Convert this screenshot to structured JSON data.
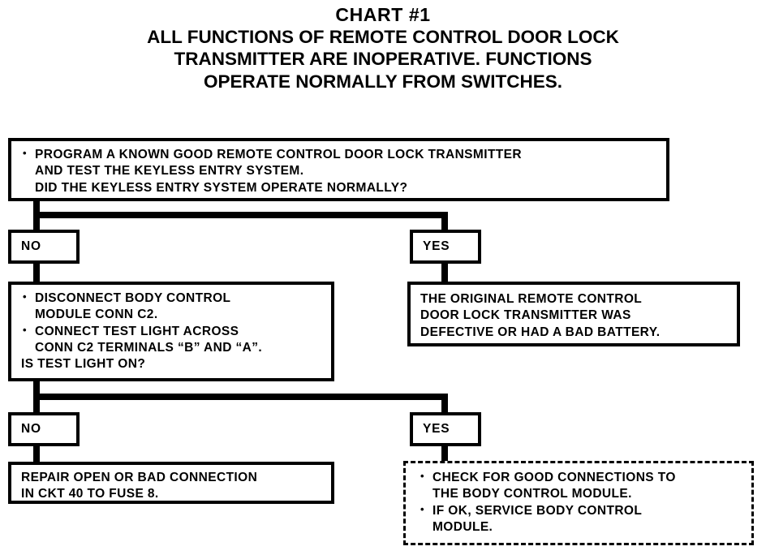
{
  "title": {
    "heading": "CHART #1",
    "lines": [
      "ALL FUNCTIONS OF REMOTE CONTROL DOOR LOCK",
      "TRANSMITTER ARE INOPERATIVE.  FUNCTIONS",
      "OPERATE NORMALLY FROM SWITCHES."
    ]
  },
  "chart_data": {
    "type": "flowchart",
    "title": "CHART #1",
    "subtitle": "ALL FUNCTIONS OF REMOTE CONTROL DOOR LOCK TRANSMITTER ARE INOPERATIVE.  FUNCTIONS OPERATE NORMALLY FROM SWITCHES.",
    "nodes": [
      {
        "id": "step1",
        "shape": "rect",
        "border": "solid",
        "lines": [
          {
            "bullet": true,
            "text": "PROGRAM A KNOWN GOOD REMOTE CONTROL DOOR LOCK TRANSMITTER"
          },
          {
            "bullet": false,
            "text": "AND TEST THE KEYLESS ENTRY SYSTEM."
          },
          {
            "bullet": false,
            "text": "DID THE KEYLESS ENTRY SYSTEM OPERATE NORMALLY?"
          }
        ]
      },
      {
        "id": "decision1-no",
        "shape": "rect",
        "border": "solid",
        "label": "NO"
      },
      {
        "id": "decision1-yes",
        "shape": "rect",
        "border": "solid",
        "label": "YES"
      },
      {
        "id": "step2",
        "shape": "rect",
        "border": "solid",
        "lines": [
          {
            "bullet": true,
            "text": "DISCONNECT BODY CONTROL"
          },
          {
            "bullet": false,
            "text": "MODULE CONN C2."
          },
          {
            "bullet": true,
            "text": "CONNECT TEST LIGHT ACROSS"
          },
          {
            "bullet": false,
            "text": "CONN C2 TERMINALS “B” AND “A”."
          },
          {
            "bullet": false,
            "text": "IS TEST LIGHT ON?",
            "flush": true
          }
        ]
      },
      {
        "id": "result-yes-1",
        "shape": "rect",
        "border": "solid",
        "lines": [
          {
            "bullet": false,
            "text": "THE ORIGINAL REMOTE CONTROL",
            "flush": true
          },
          {
            "bullet": false,
            "text": "DOOR LOCK TRANSMITTER WAS",
            "flush": true
          },
          {
            "bullet": false,
            "text": "DEFECTIVE OR HAD A BAD BATTERY.",
            "flush": true
          }
        ]
      },
      {
        "id": "decision2-no",
        "shape": "rect",
        "border": "solid",
        "label": "NO"
      },
      {
        "id": "decision2-yes",
        "shape": "rect",
        "border": "solid",
        "label": "YES"
      },
      {
        "id": "result-no-2",
        "shape": "rect",
        "border": "solid",
        "lines": [
          {
            "bullet": false,
            "text": "REPAIR OPEN OR BAD CONNECTION",
            "flush": true
          },
          {
            "bullet": false,
            "text": "IN CKT 40 TO FUSE 8.",
            "flush": true
          }
        ]
      },
      {
        "id": "result-yes-2",
        "shape": "rect",
        "border": "dashed",
        "lines": [
          {
            "bullet": true,
            "text": "CHECK FOR GOOD CONNECTIONS TO"
          },
          {
            "bullet": false,
            "text": "THE BODY CONTROL MODULE."
          },
          {
            "bullet": true,
            "text": "IF OK, SERVICE BODY CONTROL"
          },
          {
            "bullet": false,
            "text": "MODULE."
          }
        ]
      }
    ],
    "edges": [
      {
        "from": "step1",
        "to": "decision1-no",
        "label": "NO"
      },
      {
        "from": "step1",
        "to": "decision1-yes",
        "label": "YES"
      },
      {
        "from": "decision1-no",
        "to": "step2"
      },
      {
        "from": "decision1-yes",
        "to": "result-yes-1"
      },
      {
        "from": "step2",
        "to": "decision2-no",
        "label": "NO"
      },
      {
        "from": "step2",
        "to": "decision2-yes",
        "label": "YES"
      },
      {
        "from": "decision2-no",
        "to": "result-no-2"
      },
      {
        "from": "decision2-yes",
        "to": "result-yes-2"
      }
    ],
    "colors": {
      "ink": "#000000",
      "paper": "#ffffff"
    }
  },
  "boxes": {
    "step1": {
      "l1": "PROGRAM A KNOWN GOOD REMOTE CONTROL DOOR LOCK TRANSMITTER",
      "l2": "AND TEST THE KEYLESS ENTRY SYSTEM.",
      "l3": "DID THE KEYLESS ENTRY SYSTEM OPERATE NORMALLY?"
    },
    "step2": {
      "l1": "DISCONNECT BODY CONTROL",
      "l2": "MODULE CONN C2.",
      "l3": "CONNECT TEST LIGHT ACROSS",
      "l4": "CONN C2 TERMINALS “B” AND “A”.",
      "l5": "IS TEST LIGHT ON?"
    },
    "result_yes_1": {
      "l1": "THE ORIGINAL REMOTE CONTROL",
      "l2": "DOOR LOCK TRANSMITTER WAS",
      "l3": "DEFECTIVE OR HAD A BAD BATTERY."
    },
    "result_no_2": {
      "l1": "REPAIR OPEN OR BAD CONNECTION",
      "l2": "IN CKT 40 TO FUSE 8."
    },
    "result_yes_2": {
      "l1": "CHECK FOR GOOD CONNECTIONS TO",
      "l2": "THE BODY CONTROL MODULE.",
      "l3": "IF OK, SERVICE BODY CONTROL",
      "l4": "MODULE."
    }
  },
  "decisions": {
    "row1_no": "NO",
    "row1_yes": "YES",
    "row2_no": "NO",
    "row2_yes": "YES"
  }
}
